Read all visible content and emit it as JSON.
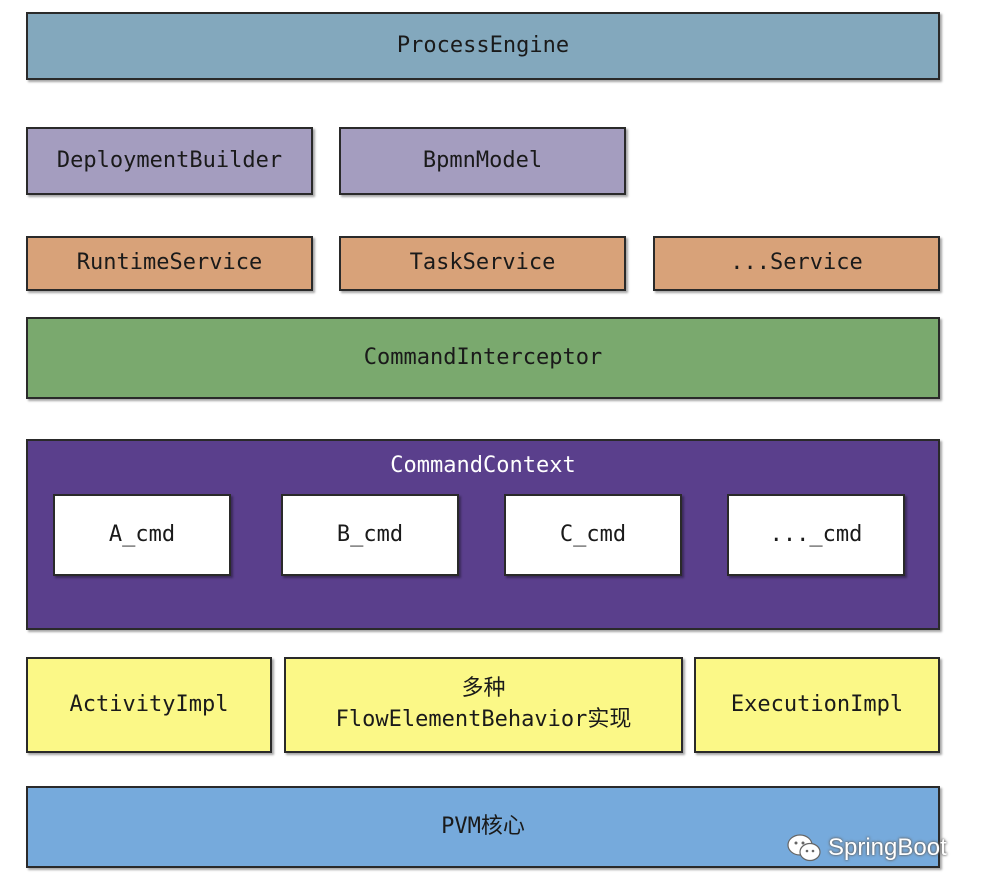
{
  "layers": {
    "process_engine": "ProcessEngine",
    "deployment_builder": "DeploymentBuilder",
    "bpmn_model": "BpmnModel",
    "runtime_service": "RuntimeService",
    "task_service": "TaskService",
    "other_service": "...Service",
    "command_interceptor": "CommandInterceptor",
    "command_context": {
      "title": "CommandContext",
      "commands": [
        "A_cmd",
        "B_cmd",
        "C_cmd",
        "..._cmd"
      ]
    },
    "activity_impl": "ActivityImpl",
    "flow_element_behavior": {
      "line1": "多种",
      "line2": "FlowElementBehavior实现"
    },
    "execution_impl": "ExecutionImpl",
    "pvm_core": "PVM核心"
  },
  "watermark": {
    "text": "SpringBoot",
    "icon": "wechat-icon"
  },
  "colors": {
    "process_engine": "#83a8bd",
    "lavender": "#a49dbf",
    "orange": "#d8a279",
    "green": "#7aa96e",
    "purple": "#5a3f8c",
    "yellow": "#fbf887",
    "pvm": "#76aadc"
  }
}
